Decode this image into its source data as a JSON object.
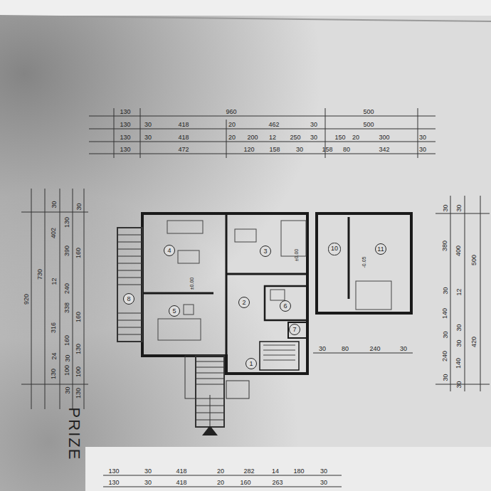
{
  "diagram": {
    "title": "PRIZE",
    "nodes": [
      {
        "text": [
          "4"
        ]
      },
      {
        "text": [
          "3"
        ]
      },
      {
        "text": [
          "10"
        ]
      },
      {
        "text": [
          "11"
        ]
      },
      {
        "text": [
          "2"
        ]
      },
      {
        "text": [
          "6"
        ]
      },
      {
        "text": [
          "8"
        ]
      },
      {
        "text": [
          "5"
        ]
      },
      {
        "text": [
          "7"
        ]
      },
      {
        "text": [
          "1"
        ]
      }
    ],
    "labels": [
      "130",
      "960",
      "500",
      "130",
      "30",
      "418",
      "20",
      "462",
      "30",
      "500",
      "130",
      "30",
      "418",
      "20",
      "200",
      "12",
      "250",
      "30",
      "150",
      "20",
      "300",
      "30",
      "130",
      "472",
      "120",
      "158",
      "30",
      "158",
      "80",
      "342",
      "30",
      "30",
      "402",
      "12",
      "316",
      "24",
      "130",
      "130",
      "390",
      "240",
      "338",
      "160",
      "30",
      "100",
      "30",
      "30",
      "160",
      "160",
      "130",
      "100",
      "130",
      "920",
      "730",
      "30",
      "380",
      "30",
      "140",
      "30",
      "240",
      "30",
      "30",
      "400",
      "12",
      "30",
      "30",
      "140",
      "30",
      "500",
      "420",
      "30",
      "80",
      "240",
      "30",
      "130",
      "30",
      "418",
      "20",
      "282",
      "14",
      "180",
      "30",
      "130",
      "30",
      "418",
      "20",
      "160",
      "263",
      "30",
      "±0.00",
      "±0.00",
      "-0.05"
    ]
  }
}
